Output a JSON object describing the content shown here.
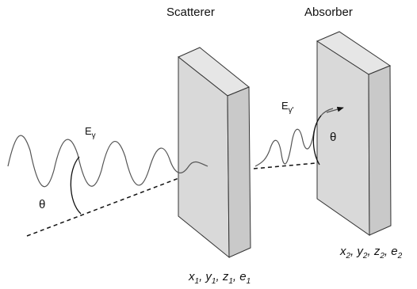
{
  "labels": {
    "scatterer": "Scatterer",
    "absorber": "Absorber",
    "incident_energy": {
      "base": "E",
      "sub": "γ"
    },
    "scattered_energy": {
      "base": "E",
      "sub": "γ'"
    },
    "theta_left": "θ",
    "theta_right": "θ",
    "scatterer_coords": [
      {
        "v": "x",
        "s": "1"
      },
      {
        "v": "y",
        "s": "1"
      },
      {
        "v": "z",
        "s": "1"
      },
      {
        "v": "e",
        "s": "1"
      }
    ],
    "absorber_coords": [
      {
        "v": "x",
        "s": "2"
      },
      {
        "v": "y",
        "s": "2"
      },
      {
        "v": "z",
        "s": "2"
      },
      {
        "v": "e",
        "s": "2"
      }
    ]
  }
}
